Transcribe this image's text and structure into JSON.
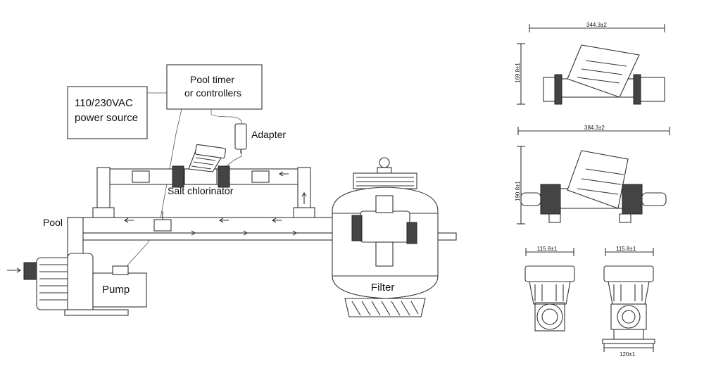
{
  "labels": {
    "power_source_line1": "110/230VAC",
    "power_source_line2": "power source",
    "timer_line1": "Pool timer",
    "timer_line2": "or controllers",
    "adapter": "Adapter",
    "salt_chlorinator": "Salt chlorinator",
    "pool": "Pool",
    "pump": "Pump",
    "filter": "Filter"
  },
  "dimensions": {
    "top_width": "344.3±2",
    "top_height": "169.8±1",
    "mid_width": "384.3±2",
    "mid_height": "190.8±1",
    "front_width": "115.8±1",
    "side_width": "115.8±1",
    "base_width": "120±1"
  },
  "colors": {
    "line": "#333333",
    "background": "#ffffff"
  }
}
